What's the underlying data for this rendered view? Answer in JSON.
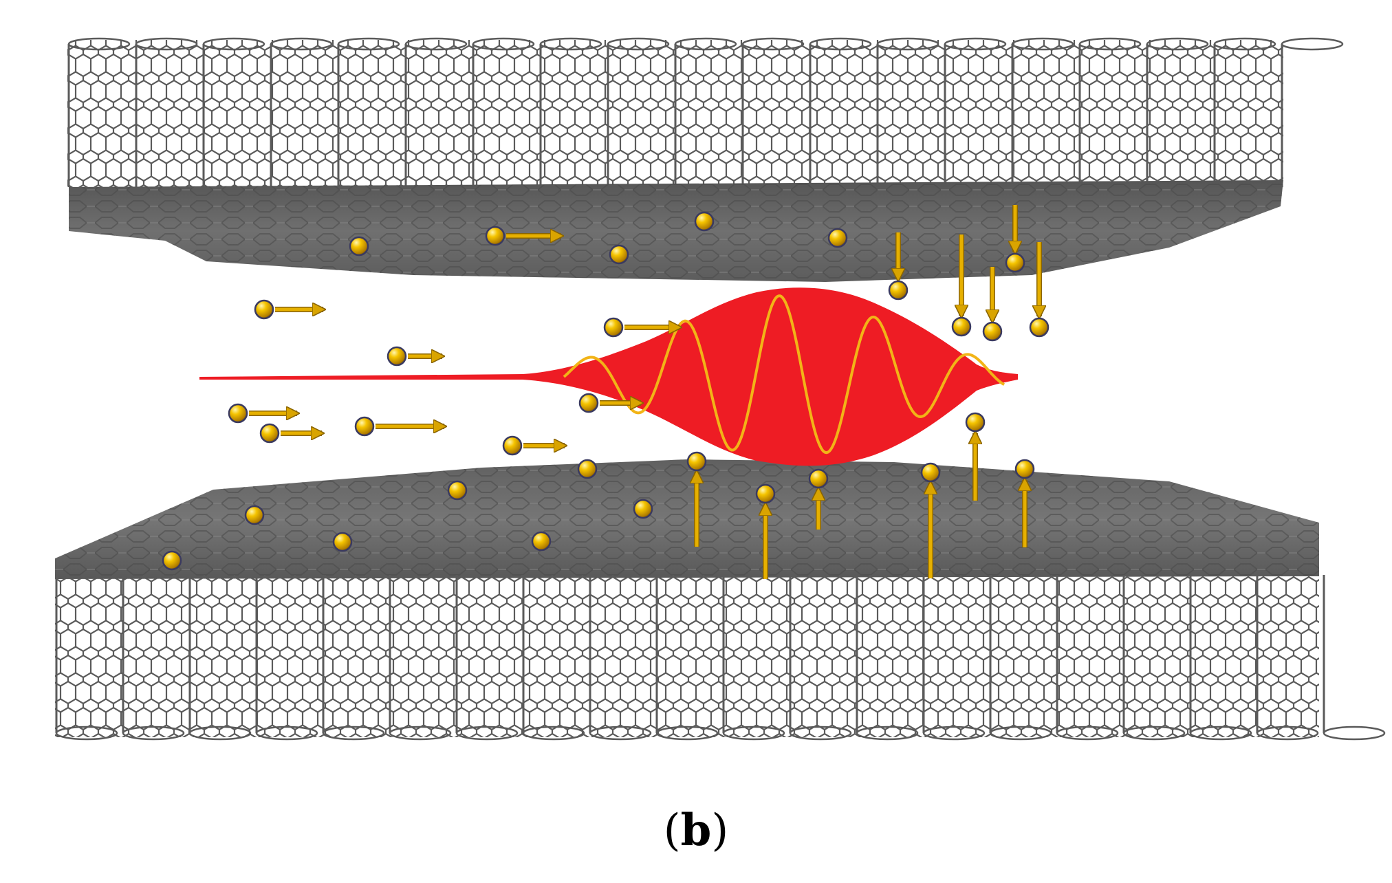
{
  "figure": {
    "panel_label_open": "(",
    "panel_label_letter": "b",
    "panel_label_close": ")"
  },
  "colors": {
    "tube_stroke": "#5a5a5a",
    "slab_fill": "#6f6f6f",
    "slab_dark": "#555555",
    "wave_fill": "#ee1c24",
    "wave_line": "#f2b417",
    "particle": "#e0a800",
    "arrow": "#d9a400",
    "background": "#ffffff"
  },
  "components": {
    "top_layer": "carbon-nanotube-array-top",
    "bottom_layer": "carbon-nanotube-array-bottom",
    "wave": "pulse-wave-packet",
    "particles": "electron-particles"
  }
}
